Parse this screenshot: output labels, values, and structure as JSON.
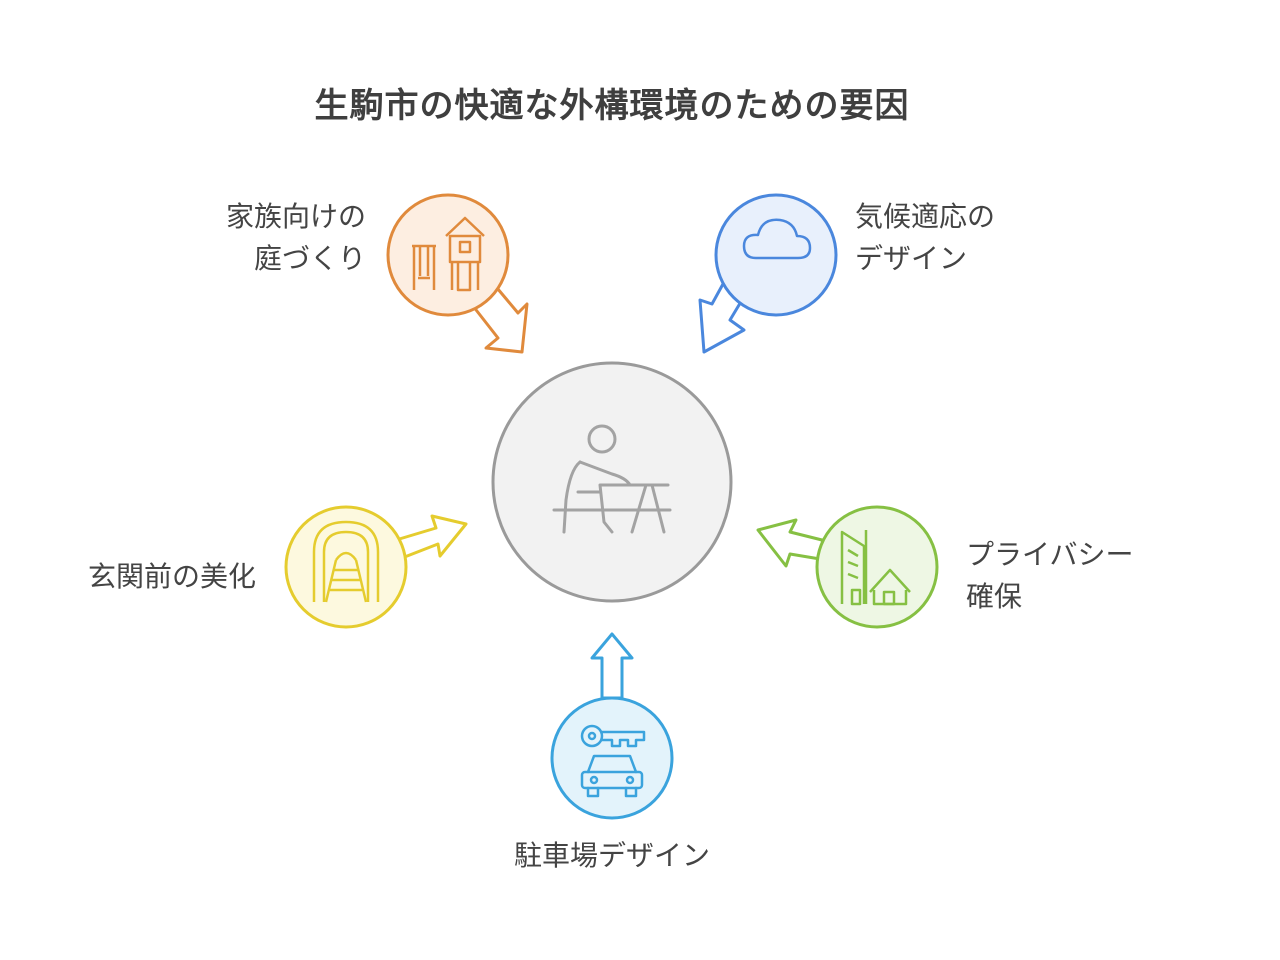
{
  "title": "生駒市の快適な外構環境のための要因",
  "nodes": [
    {
      "id": "family",
      "lines": [
        "家族向けの",
        "庭づくり"
      ],
      "color": "#e08a3c",
      "fill": "#fdeee1",
      "icon": "playground-icon"
    },
    {
      "id": "climate",
      "lines": [
        "気候適応の",
        "デザイン"
      ],
      "color": "#4a87dd",
      "fill": "#e8f0fc",
      "icon": "cloud-icon"
    },
    {
      "id": "entrance",
      "lines": [
        "玄関前の美化"
      ],
      "color": "#e5cc2e",
      "fill": "#fdf9df",
      "icon": "entrance-path-icon"
    },
    {
      "id": "privacy",
      "lines": [
        "プライバシー",
        "確保"
      ],
      "color": "#86c043",
      "fill": "#eef7e4",
      "icon": "houses-icon"
    },
    {
      "id": "parking",
      "lines": [
        "駐車場デザイン"
      ],
      "color": "#3aa3dd",
      "fill": "#e3f3fb",
      "icon": "car-key-icon"
    }
  ],
  "center": {
    "color": "#9a9a9a",
    "fill": "#f2f2f2",
    "icon": "person-at-table-icon"
  }
}
